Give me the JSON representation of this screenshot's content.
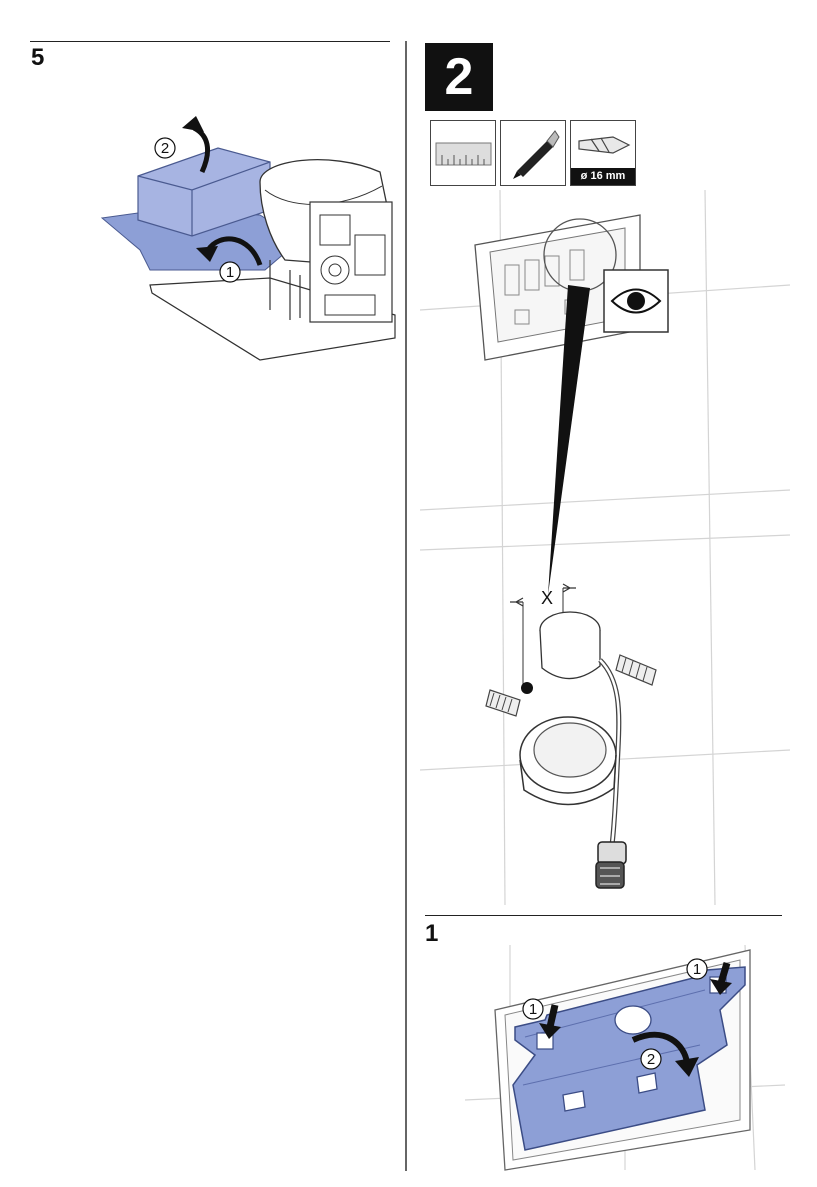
{
  "left_section": {
    "step_number": "5",
    "callouts": {
      "first": "1",
      "second": "2"
    }
  },
  "right_section": {
    "big_step": "2",
    "tools": [
      {
        "icon": "ruler-icon"
      },
      {
        "icon": "pencil-icon"
      },
      {
        "icon": "drill-bit-icon",
        "label": "ø 16 mm"
      }
    ],
    "inspect_icon": "eye-icon",
    "dimension_label": "X"
  },
  "bottom_section": {
    "step_number": "1",
    "callouts": {
      "first_left": "1",
      "first_right": "1",
      "second": "2"
    }
  },
  "colors": {
    "accent_blue": "#8d9fd6",
    "accent_blue_dark": "#5d6fae",
    "line": "#222222"
  }
}
